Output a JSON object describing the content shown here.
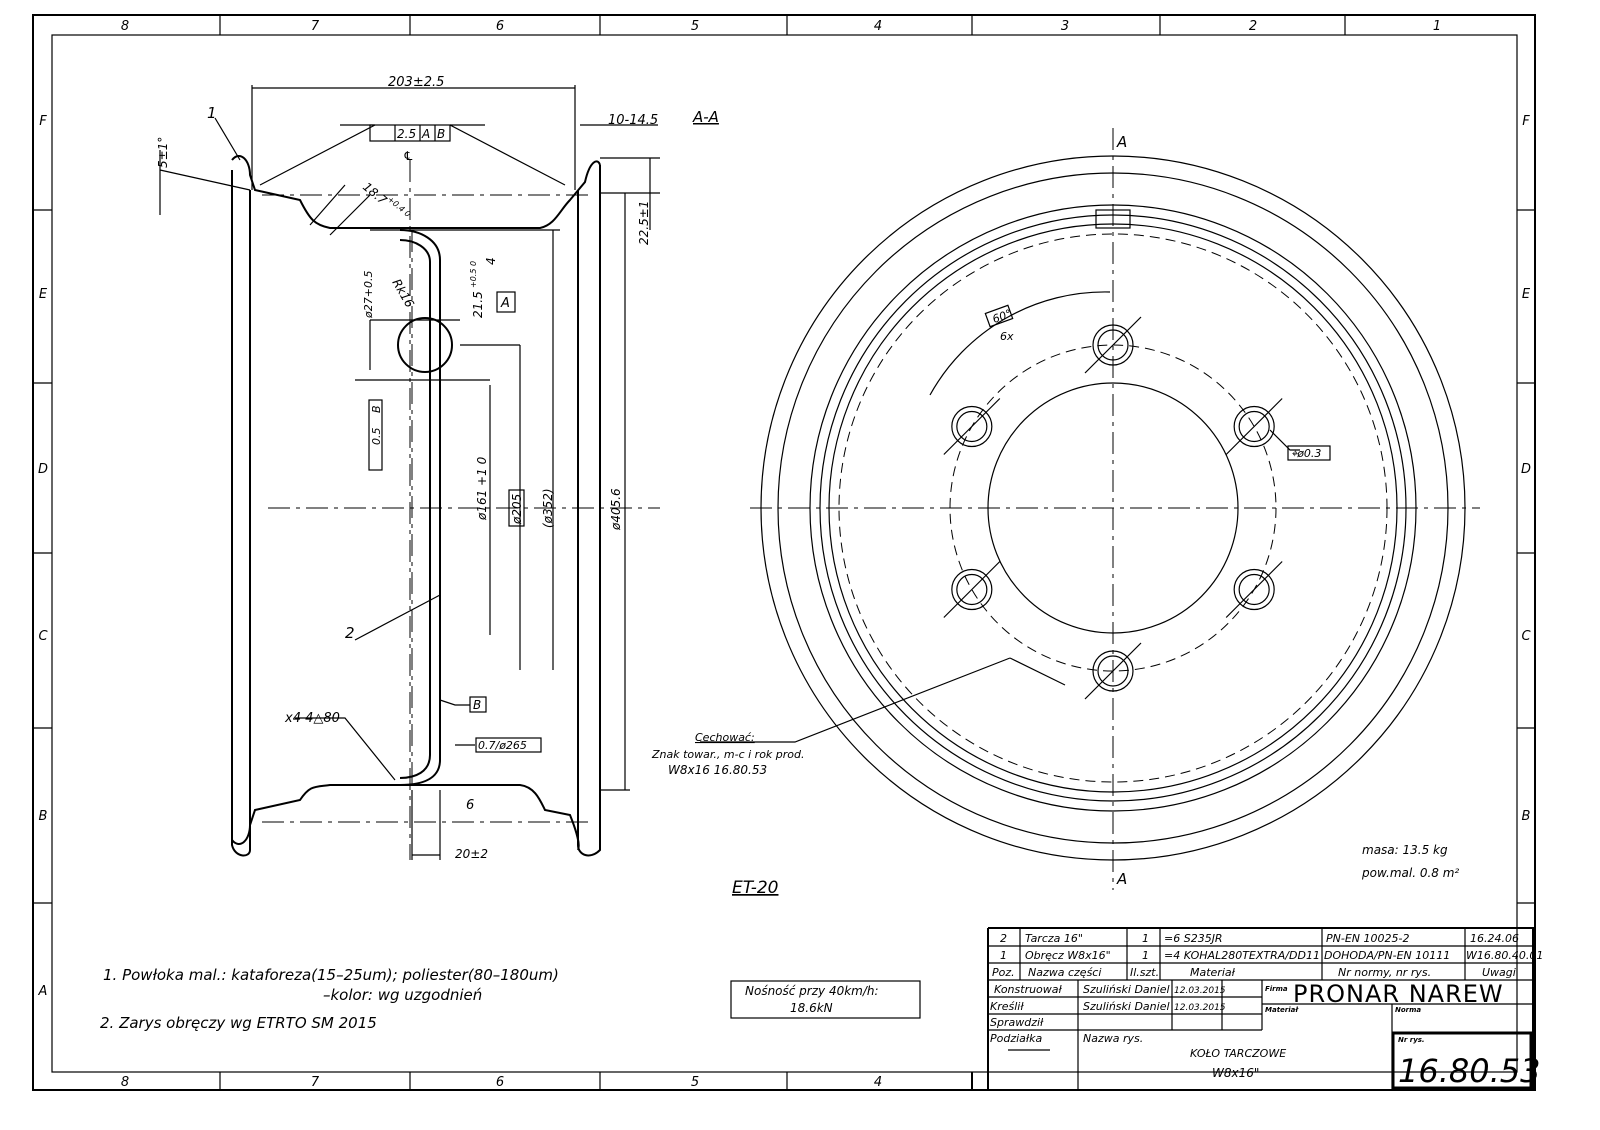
{
  "frame": {
    "columns": [
      "8",
      "7",
      "6",
      "5",
      "4",
      "3",
      "2",
      "1"
    ],
    "rows": [
      "F",
      "E",
      "D",
      "C",
      "B",
      "A"
    ],
    "bottom_columns": [
      "8",
      "7",
      "6",
      "5",
      "4"
    ]
  },
  "section": {
    "label": "A-A",
    "dims": {
      "width": "203±2.5",
      "offset_right": "10-14.5",
      "angle": "5±1°",
      "flange": "22.5±1",
      "bead": "18.7",
      "bead_tol": "+0.4 0",
      "drop": "4",
      "hole": "ø27+0.5",
      "rk": "Rk16",
      "hole_pos": "21.5",
      "hole_pos_tol": "+0.5 0",
      "d161": "ø161 +1 0",
      "d205": "ø205",
      "d352": "(ø352)",
      "d405": "ø405.6",
      "disc": "6",
      "et_dim": "20±2",
      "cl": "℄"
    },
    "gdt": {
      "runout": "2.5",
      "ref1": "A",
      "ref2": "B",
      "pos": "0.5",
      "posref": "B",
      "flat": "0.7/ø265",
      "datum_a": "A",
      "datum_b": "B"
    },
    "weld": "x4 4△80",
    "leader1": "1",
    "leader2": "2",
    "et": "ET-20"
  },
  "front": {
    "section_mark": "A",
    "angle": "60°",
    "count": "6x",
    "position_tol": "⌖ø0.3"
  },
  "marking": {
    "title": "Cechować:",
    "line1": "Znak towar., m-c i rok prod.",
    "line2": "W8x16   16.80.53"
  },
  "mass": {
    "masa": "masa:   13.5 kg",
    "area": "pow.mal.  0.8 m²"
  },
  "notes": [
    "1. Powłoka mal.: kataforeza(15–25um); poliester(80–180um)",
    "–kolor:  wg uzgodnień",
    "2. Zarys obręczy wg ETRTO SM 2015"
  ],
  "load": {
    "label": "Nośność  przy 40km/h:",
    "value": "18.6kN"
  },
  "parts": [
    {
      "poz": "2",
      "name": "Tarcza 16\"",
      "qty": "1",
      "mat": "=6   S235JR",
      "norm": "PN-EN 10025-2",
      "note": "16.24.06"
    },
    {
      "poz": "1",
      "name": "Obręcz W8x16\"",
      "qty": "1",
      "mat": "=4  KOHAL280TEXTRA/DD11",
      "norm": "DOHODA/PN-EN 10111",
      "note": "W16.80.40.01"
    }
  ],
  "header": {
    "poz": "Poz.",
    "name": "Nazwa części",
    "qty": "Il.szt.",
    "mat": "Materiał",
    "norm": "Nr normy, nr rys.",
    "note": "Uwagi"
  },
  "title_block": {
    "konstr": "Konstruował",
    "kreslil": "Kreślił",
    "sprawdzil": "Sprawdził",
    "podzialka": "Podziałka",
    "author1": "Szuliński Daniel",
    "date1": "12.03.2015",
    "author2": "Szuliński Daniel",
    "date2": "12.03.2015",
    "firma_label": "Firma",
    "firma": "PRONAR  NAREW",
    "material_label": "Materiał",
    "norma_label": "Norma",
    "nazwa_label": "Nazwa rys.",
    "nazwa1": "KOŁO TARCZOWE",
    "nazwa2": "W8x16\"",
    "nr_label": "Nr rys.",
    "nr": "16.80.53"
  }
}
